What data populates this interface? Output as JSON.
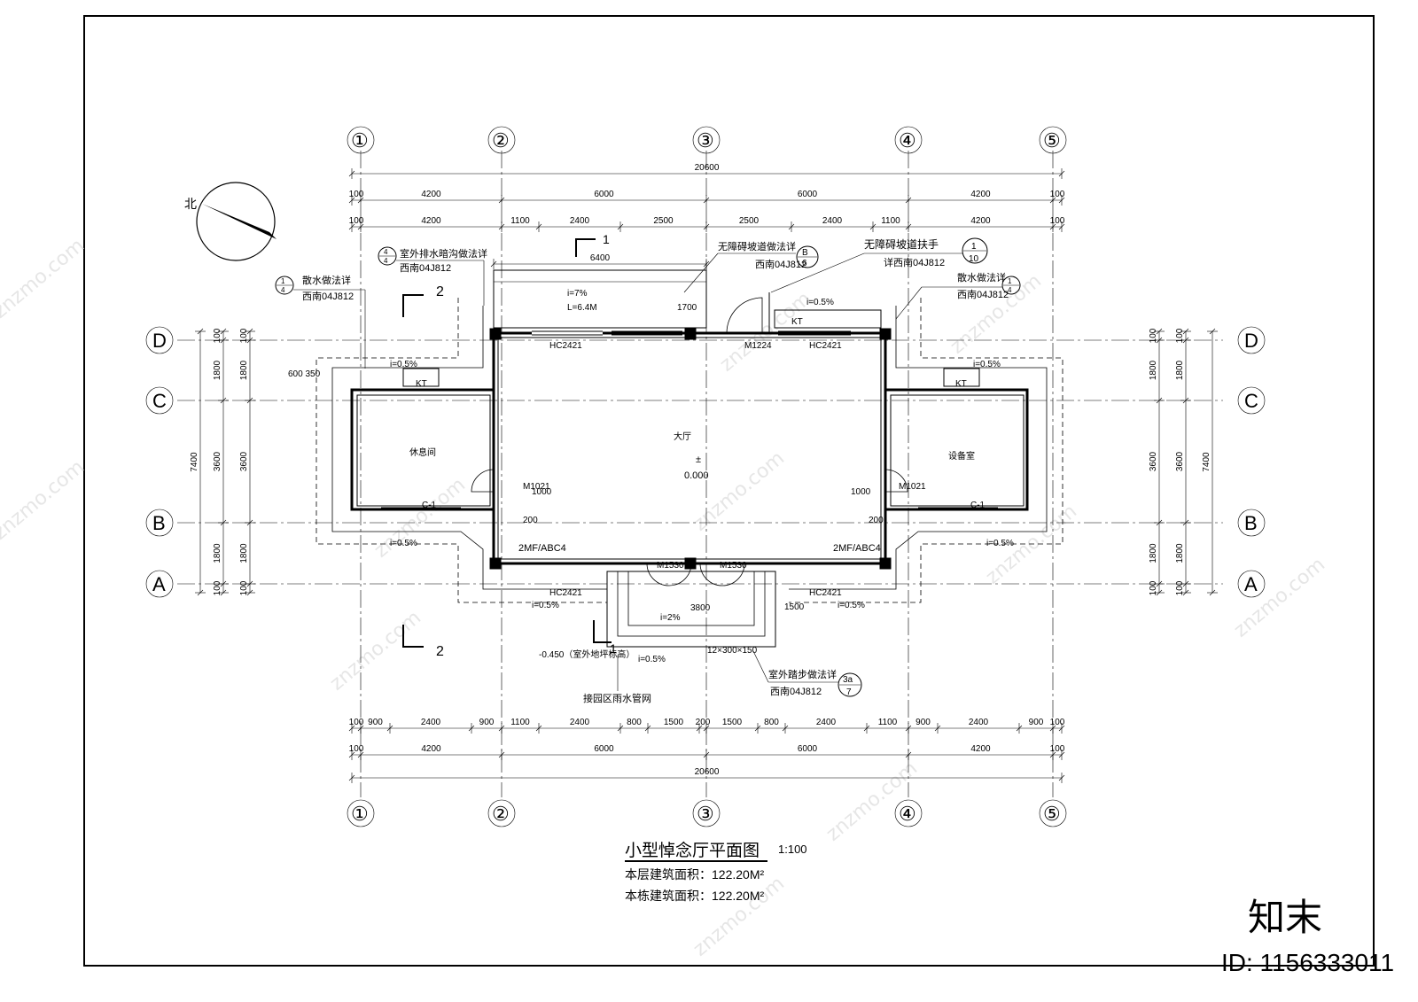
{
  "drawing": {
    "title": "小型悼念厅平面图",
    "scale": "1:100",
    "floor_area": "本层建筑面积：122.20M²",
    "building_area": "本栋建筑面积：122.20M²"
  },
  "north_label": "北",
  "grid_cols": [
    "①",
    "②",
    "③",
    "④",
    "⑤"
  ],
  "grid_rows": [
    "A",
    "B",
    "C",
    "D"
  ],
  "dims_top": {
    "overall": "20600",
    "row1": [
      "100",
      "4200",
      "6000",
      "6000",
      "4200",
      "100"
    ],
    "row2": [
      "100",
      "4200",
      "1100",
      "2400",
      "2500",
      "2500",
      "2400",
      "1100",
      "4200",
      "100"
    ],
    "ramp_len": "6400"
  },
  "dims_bottom": {
    "overall": "20600",
    "row1": [
      "100",
      "4200",
      "6000",
      "6000",
      "4200",
      "100"
    ],
    "row2": [
      "100",
      "900",
      "2400",
      "900",
      "1100",
      "2400",
      "800",
      "1500",
      "200",
      "1500",
      "800",
      "2400",
      "1100",
      "900",
      "2400",
      "900",
      "100"
    ],
    "step": "200"
  },
  "dims_side": {
    "overall": "7400",
    "parts": [
      "100",
      "1800",
      "3600",
      "1800",
      "100"
    ],
    "inner": [
      "1800",
      "3600",
      "1800"
    ]
  },
  "rooms": {
    "hall": "大厅",
    "rest": "休息间",
    "equip": "设备室"
  },
  "level": {
    "zero": "±",
    "zero_val": "0.000",
    "outdoor": "-0.450（室外地坪标高）"
  },
  "labels": {
    "ramp_slope": "i=7%",
    "ramp_len": "L=6.4M",
    "slope_05": "i=0.5%",
    "slope_2": "i=2%",
    "kt": "KT",
    "hc": "HC2421",
    "m1224": "M1224",
    "m1530": "M1530",
    "m1021": "M1021",
    "c1": "C-1",
    "ext": "2MF/ABC4",
    "width_3800": "3800",
    "dim_1000": "1000",
    "dim_200": "200",
    "dim_1500": "1500",
    "dim_1700": "1700",
    "dim_600_350": "600 350",
    "step_note": "12×300×150",
    "section_1": "1",
    "section_2": "2"
  },
  "notes": {
    "drain": "室外排水暗沟做法详",
    "drain_ref": "西南04J812",
    "drain_detail": [
      "4",
      "4"
    ],
    "apron_l": "散水做法详",
    "apron_l_ref": "西南04J812",
    "apron_l_detail": [
      "1",
      "4"
    ],
    "ramp": "无障碍坡道做法详",
    "ramp_ref": "西南04J812",
    "ramp_detail": [
      "B",
      "6"
    ],
    "rail": "无障碍坡道扶手",
    "rail_ref": "详西南04J812",
    "rail_detail": [
      "1",
      "10"
    ],
    "apron_r": "散水做法详",
    "apron_r_ref": "西南04J812",
    "apron_r_detail": [
      "1",
      "4"
    ],
    "steps": "室外踏步做法详",
    "steps_ref": "西南04J812",
    "steps_detail": [
      "3a",
      "7"
    ],
    "rain": "接园区雨水管网"
  },
  "watermark": {
    "text": "znzmo.com",
    "brand": "知末",
    "id": "ID: 1156333011"
  }
}
